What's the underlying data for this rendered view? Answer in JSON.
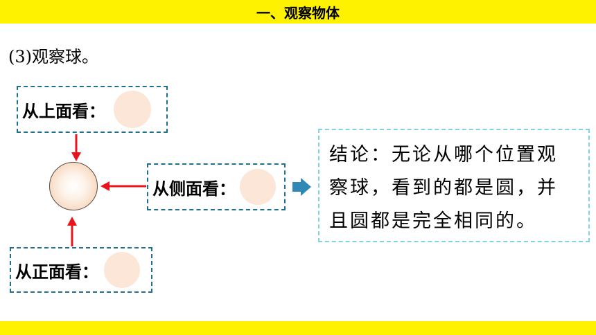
{
  "header": {
    "title": "一、观察物体"
  },
  "section": {
    "subtitle": "(3)观察球。"
  },
  "views": {
    "top": {
      "label": "从上面看："
    },
    "side": {
      "label": "从侧面看："
    },
    "front": {
      "label": "从正面看："
    }
  },
  "conclusion": {
    "lines": [
      "结论：无论从哪个位置观",
      "察球，看到的都是圆，并",
      "且圆都是完全相同的。"
    ]
  },
  "colors": {
    "banner": "#fff200",
    "arrow": "#e8141b",
    "dashed_border": "#1f6f8f",
    "conclusion_border": "#7fd3e3",
    "circle_fill": "#fbe6d8",
    "pointer_arrow": "#2f88b6"
  },
  "icons": {
    "pointer": "right-arrow-icon"
  }
}
